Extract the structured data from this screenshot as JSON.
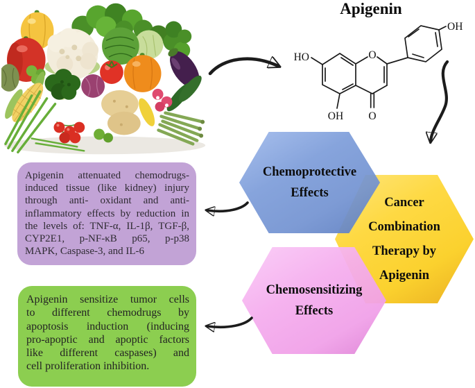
{
  "title": "Apigenin",
  "images": {
    "vegetables": "assorted-fresh-vegetables-photo"
  },
  "molecule": {
    "ho": "HO",
    "ring_o": "O",
    "oh5": "OH",
    "ketone_o": "O",
    "oh4p": "OH"
  },
  "hexagons": {
    "blue": {
      "color": "#7C9CD9",
      "lines": [
        "Chemoprotective",
        "Effects"
      ]
    },
    "yellow": {
      "color": "#FDD42E",
      "lines": [
        "Cancer",
        "Combination",
        "Therapy by",
        "Apigenin"
      ]
    },
    "pink": {
      "color": "#F5AEEE",
      "lines": [
        "Chemosensitizing",
        "Effects"
      ]
    }
  },
  "boxes": {
    "purple": {
      "color": "#C2A3D6",
      "lines": [
        "Apigenin attenuated chemodrugs-",
        "induced tissue (like kidney) injury",
        "through anti- oxidant and anti-",
        "inflammatory effects by reduction in",
        "the levels of: TNF-α, IL-1β, TGF-β,",
        "CYP2E1, p-NF-κB p65, p-p38",
        "MAPK, Caspase-3, and IL-6"
      ]
    },
    "green": {
      "color": "#8CCE50",
      "lines": [
        "Apigenin sensitize tumor cells",
        "to different chemodrugs by",
        "apoptosis induction (inducing",
        "pro-apoptic and apoptic factors",
        "like different caspases) and",
        "cell proliferation inhibition."
      ]
    }
  },
  "arrows": {
    "color": "#1C1C1C"
  }
}
